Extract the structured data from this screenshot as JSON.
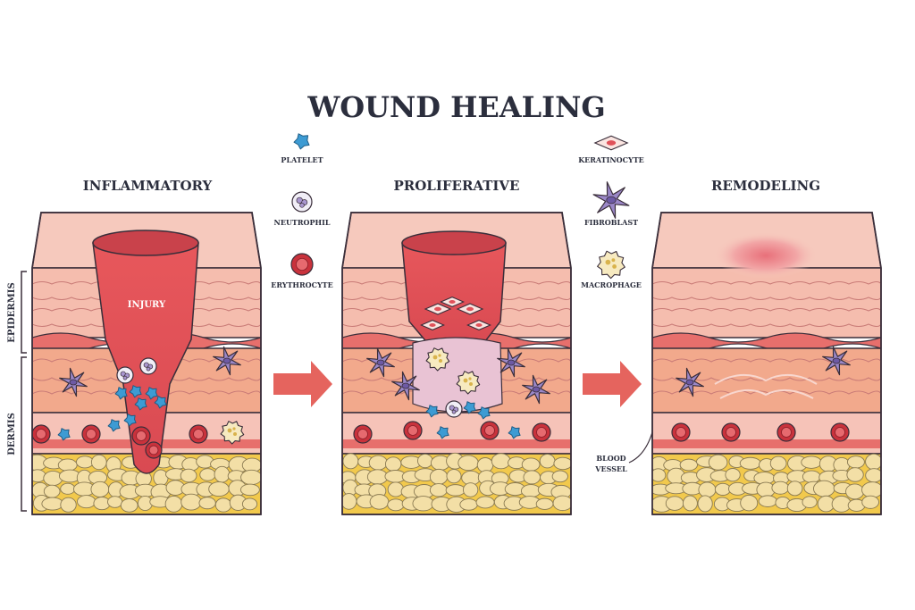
{
  "title": "WOUND HEALING",
  "stages": [
    {
      "label": "INFLAMMATORY"
    },
    {
      "label": "PROLIFERATIVE"
    },
    {
      "label": "REMODELING"
    }
  ],
  "legend": [
    {
      "label": "PLATELET",
      "icon": "platelet-icon"
    },
    {
      "label": "NEUTROPHIL",
      "icon": "neutrophil-icon"
    },
    {
      "label": "ERYTHROCYTE",
      "icon": "erythrocyte-icon"
    },
    {
      "label": "KERATINOCYTE",
      "icon": "keratinocyte-icon"
    },
    {
      "label": "FIBROBLAST",
      "icon": "fibroblast-icon"
    },
    {
      "label": "MACROPHAGE",
      "icon": "macrophage-icon"
    }
  ],
  "labels": {
    "injury": "INJURY",
    "epidermis": "EPIDERMIS",
    "dermis": "DERMIS",
    "blood_vessel_line1": "BLOOD",
    "blood_vessel_line2": "VESSEL"
  },
  "colors": {
    "outline": "#3a2e3a",
    "skin_top": "#f6c9bd",
    "skin_mid": "#f4b49f",
    "dermis": "#f2a98c",
    "wound": "#e0525a",
    "fat": "#f3dc9e",
    "fat_band": "#f2c94c",
    "platelet": "#3d9bd3",
    "fibroblast": "#9b88c8",
    "erythrocyte": "#c9323c",
    "arrow": "#e5645e"
  }
}
